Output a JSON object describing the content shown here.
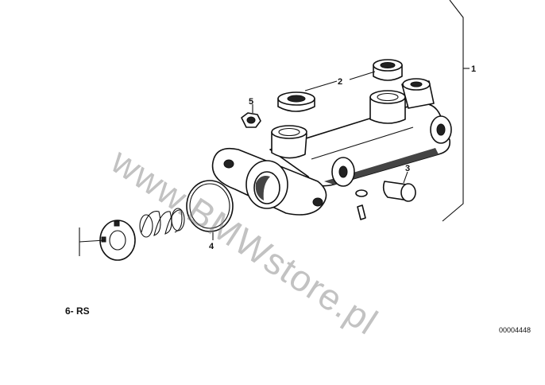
{
  "diagram": {
    "callouts": [
      "1",
      "2",
      "3",
      "4",
      "5"
    ],
    "caption": "6- RS",
    "diagram_code": "00004448",
    "watermark": "www.BMWstore.pl"
  }
}
